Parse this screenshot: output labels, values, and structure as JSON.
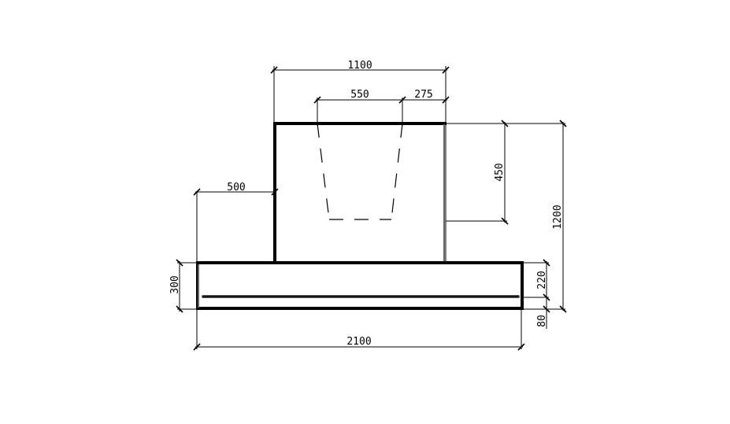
{
  "drawing": {
    "title": "Cooker hood dimension drawing",
    "units": "mm",
    "line_color": "#000000",
    "background": "#ffffff"
  },
  "dimensions": {
    "chimney_width": "1100",
    "duct_width": "550",
    "duct_offset_right": "275",
    "chimney_offset_left": "500",
    "duct_depth": "450",
    "total_height": "1200",
    "canopy_height": "300",
    "canopy_upper": "220",
    "canopy_lower": "80",
    "canopy_width": "2100"
  }
}
